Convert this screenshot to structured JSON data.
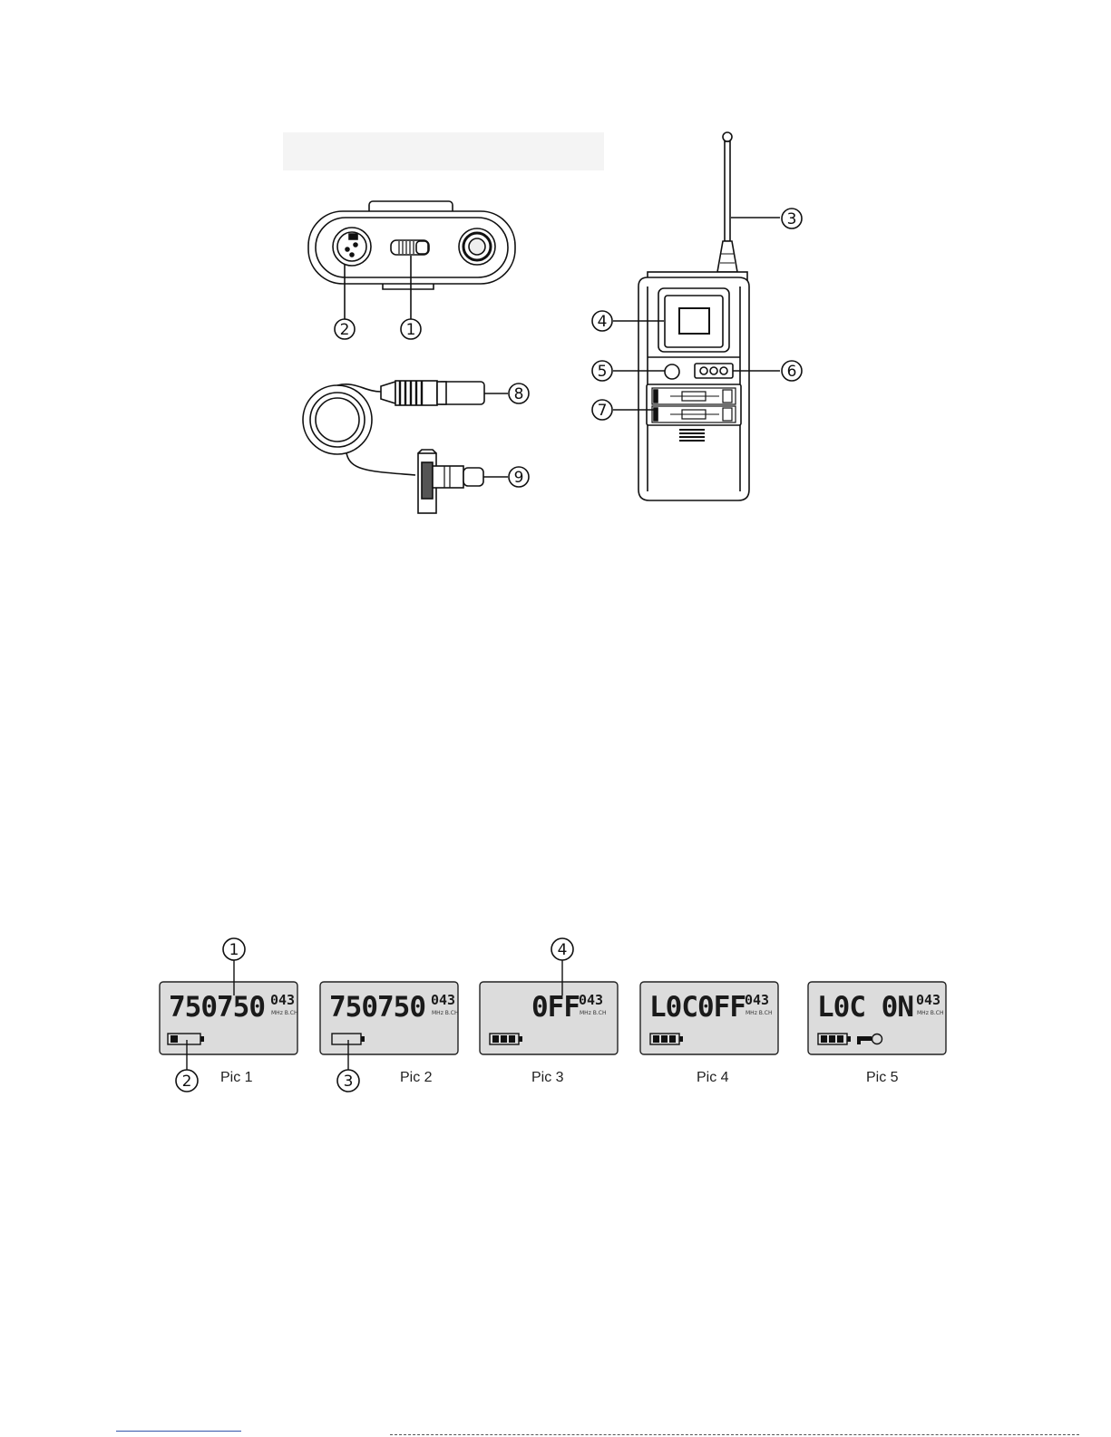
{
  "figure1": {
    "callouts": [
      "1",
      "2",
      "3",
      "4",
      "5",
      "6",
      "7",
      "8",
      "9"
    ]
  },
  "lcd_panels": [
    {
      "main": "750750",
      "sub": "043",
      "tiny": "MHz  B.CH",
      "battery_bars": 1,
      "lock": false,
      "caption": "Pic 1"
    },
    {
      "main": "750750",
      "sub": "043",
      "tiny": "MHz  B.CH",
      "battery_bars": 0,
      "lock": false,
      "caption": "Pic 2"
    },
    {
      "main": "0FF",
      "sub": "043",
      "tiny": "MHz  B.CH",
      "battery_bars": 3,
      "lock": false,
      "caption": "Pic 3"
    },
    {
      "main": "L0C0FF",
      "sub": "043",
      "tiny": "MHz  B.CH",
      "battery_bars": 3,
      "lock": false,
      "caption": "Pic 4"
    },
    {
      "main": "L0C 0N",
      "sub": "043",
      "tiny": "MHz  B.CH",
      "battery_bars": 3,
      "lock": true,
      "caption": "Pic 5"
    }
  ],
  "lcd_callouts": [
    "1",
    "2",
    "3",
    "4"
  ]
}
